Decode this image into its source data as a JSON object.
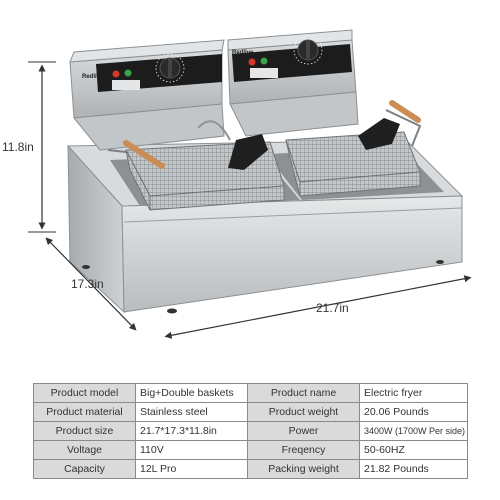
{
  "brand": {
    "name": "Redlive"
  },
  "dimensions": {
    "height": "11.8in",
    "depth": "17.3in",
    "width": "21.7in"
  },
  "specs": [
    {
      "label": "Product model",
      "value": "Big+Double baskets",
      "label2": "Product name",
      "value2": "Electric fryer"
    },
    {
      "label": "Product material",
      "value": "Stainless steel",
      "label2": "Product weight",
      "value2": "20.06 Pounds"
    },
    {
      "label": "Product size",
      "value": "21.7*17.3*11.8in",
      "label2": "Power",
      "value2": "3400W (1700W Per side)"
    },
    {
      "label": "Voltage",
      "value": "110V",
      "label2": "Freqency",
      "value2": "50-60HZ"
    },
    {
      "label": "Capacity",
      "value": "12L Pro",
      "label2": "Packing weight",
      "value2": "21.82 Pounds"
    }
  ],
  "colors": {
    "steel": "#c9ccce",
    "control_panel": "#1c1c1c",
    "handle_wood": "#c98d55",
    "table_label_bg": "#dadada",
    "light_red": "#d8382c",
    "light_green": "#3aa34a"
  }
}
